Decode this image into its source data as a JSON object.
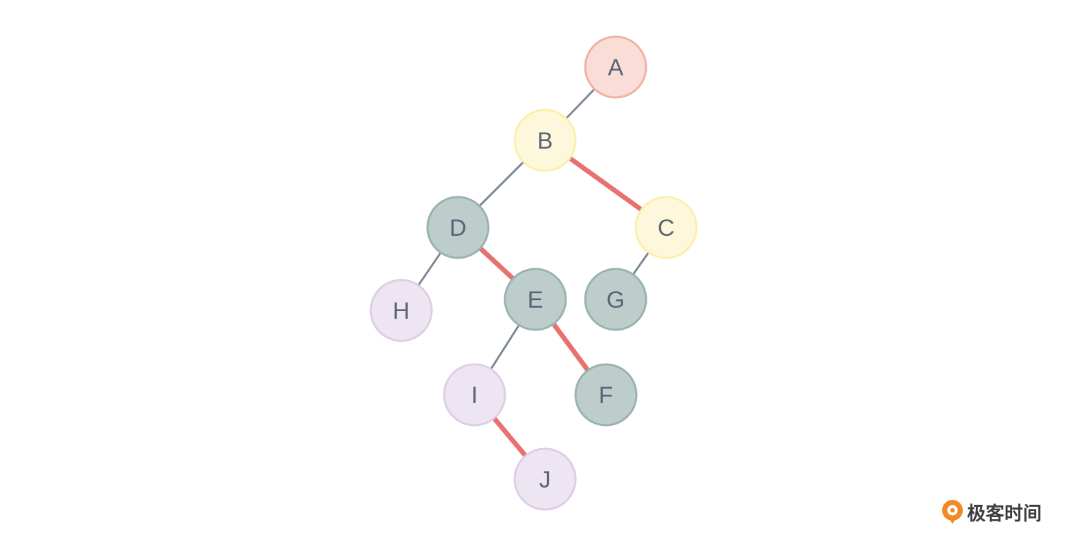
{
  "colors": {
    "edge_normal": "#7d8893",
    "edge_highlight": "#e8716f",
    "label": "#5a6574",
    "brand_accent": "#f08a24",
    "styles": {
      "root": {
        "fill": "#f9ddd6",
        "stroke": "#f0b1a3"
      },
      "yellow": {
        "fill": "#fdf8dc",
        "stroke": "#fbefa9"
      },
      "teal": {
        "fill": "#bccdcb",
        "stroke": "#9ab2b0"
      },
      "purple": {
        "fill": "#ede5f1",
        "stroke": "#ddcde5"
      }
    }
  },
  "nodes": [
    {
      "id": "A",
      "label": "A",
      "style": "root"
    },
    {
      "id": "B",
      "label": "B",
      "style": "yellow"
    },
    {
      "id": "C",
      "label": "C",
      "style": "yellow"
    },
    {
      "id": "D",
      "label": "D",
      "style": "teal"
    },
    {
      "id": "E",
      "label": "E",
      "style": "teal"
    },
    {
      "id": "F",
      "label": "F",
      "style": "teal"
    },
    {
      "id": "G",
      "label": "G",
      "style": "teal"
    },
    {
      "id": "H",
      "label": "H",
      "style": "purple"
    },
    {
      "id": "I",
      "label": "I",
      "style": "purple"
    },
    {
      "id": "J",
      "label": "J",
      "style": "purple"
    }
  ],
  "edges": [
    {
      "from": "A",
      "to": "B",
      "highlight": false
    },
    {
      "from": "B",
      "to": "D",
      "highlight": false
    },
    {
      "from": "B",
      "to": "C",
      "highlight": true
    },
    {
      "from": "D",
      "to": "H",
      "highlight": false
    },
    {
      "from": "D",
      "to": "E",
      "highlight": true
    },
    {
      "from": "C",
      "to": "G",
      "highlight": false
    },
    {
      "from": "E",
      "to": "I",
      "highlight": false
    },
    {
      "from": "E",
      "to": "F",
      "highlight": true
    },
    {
      "from": "I",
      "to": "J",
      "highlight": true
    }
  ],
  "brand": {
    "text": "极客时间",
    "logo_icon": "geektime-logo-icon"
  }
}
